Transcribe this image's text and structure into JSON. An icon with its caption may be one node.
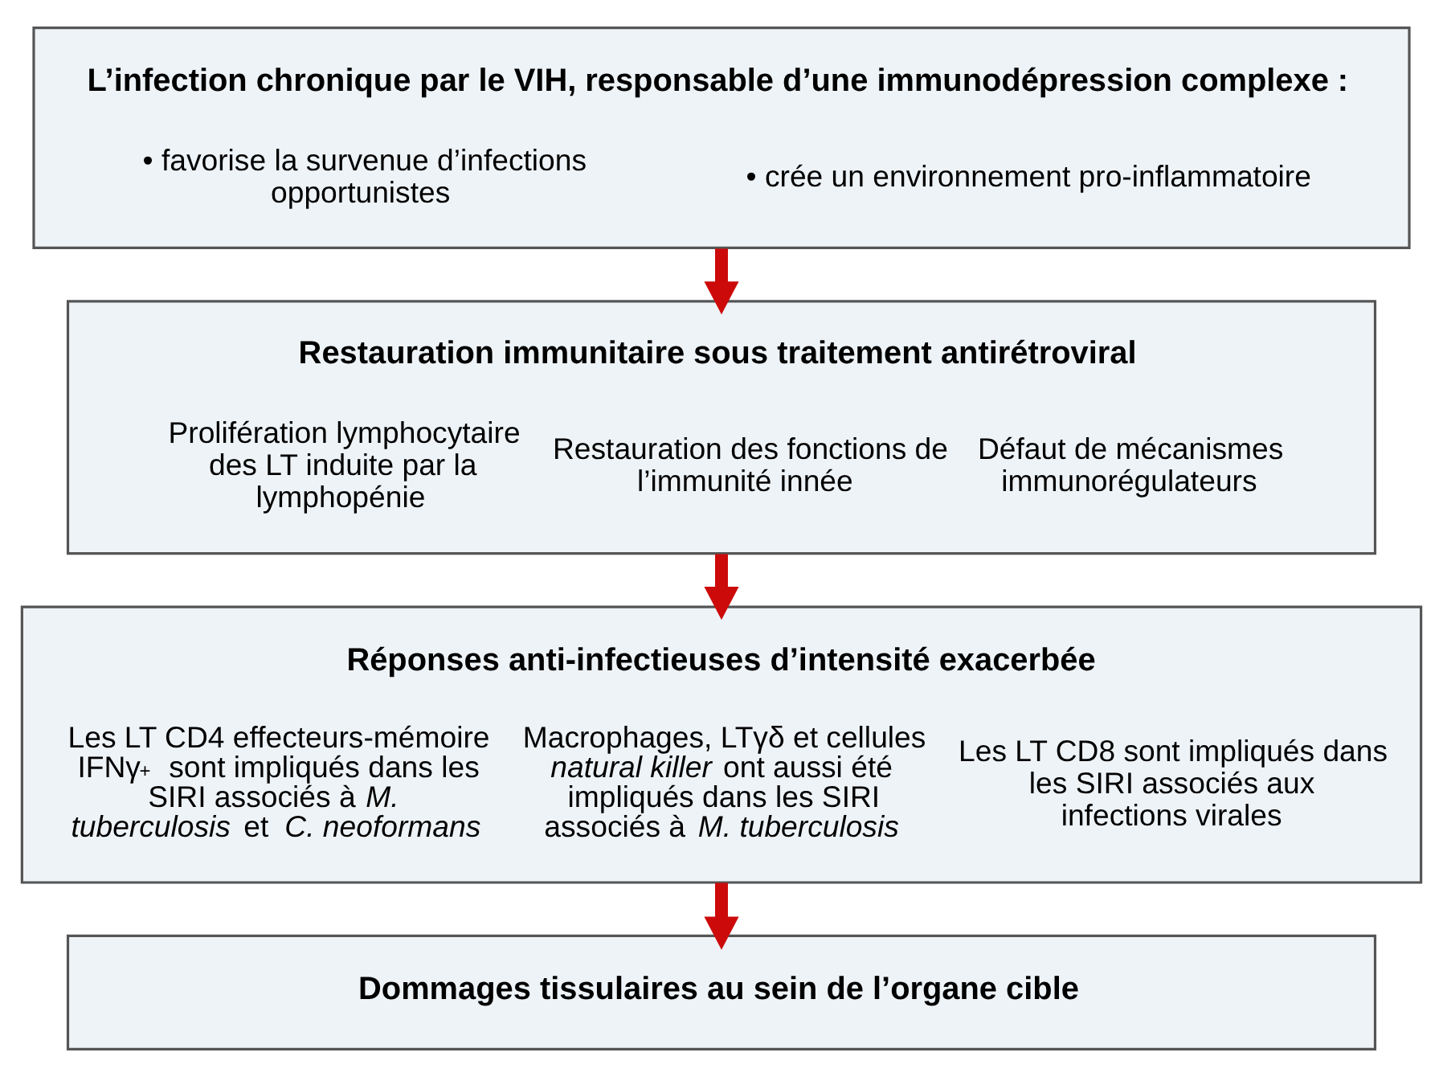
{
  "diagram": {
    "nodes": [
      {
        "text": [
          "L’infection chronique par le VIH, responsable d’une immunodépression complexe :",
          "• favorise la survenue d’infections opportunistes",
          "• crée un environnement pro-inflammatoire"
        ]
      },
      {
        "text": [
          "Restauration immunitaire sous traitement antirétroviral",
          "Prolifération lymphocytaire des LT induite par la lymphopénie",
          "Restauration des fonctions de l’immunité innée",
          "Défaut de mécanismes immunorégulateurs"
        ]
      },
      {
        "text": [
          "Réponses anti-infectieuses d’intensité exacerbée",
          "Les LT CD4 effecteurs-mémoire IFNγ$^{+}$ sont impliqués dans les SIRI associés à *M. tuberculosis* et *C. neoformans*",
          "Macrophages, LTγδ et cellules *natural killer* ont aussi été impliqués dans les SIRI associés à *M. tuberculosis*",
          "Les LT CD8 sont impliqués dans les SIRI associés aux infections virales"
        ]
      },
      {
        "text": [
          "Dommages tissulaires au sein de l’organe cible"
        ]
      }
    ],
    "edges": [
      {
        "from": 0,
        "to": 1,
        "arrow": "to"
      },
      {
        "from": 1,
        "to": 2,
        "arrow": "to"
      },
      {
        "from": 2,
        "to": 3,
        "arrow": "to"
      }
    ]
  }
}
